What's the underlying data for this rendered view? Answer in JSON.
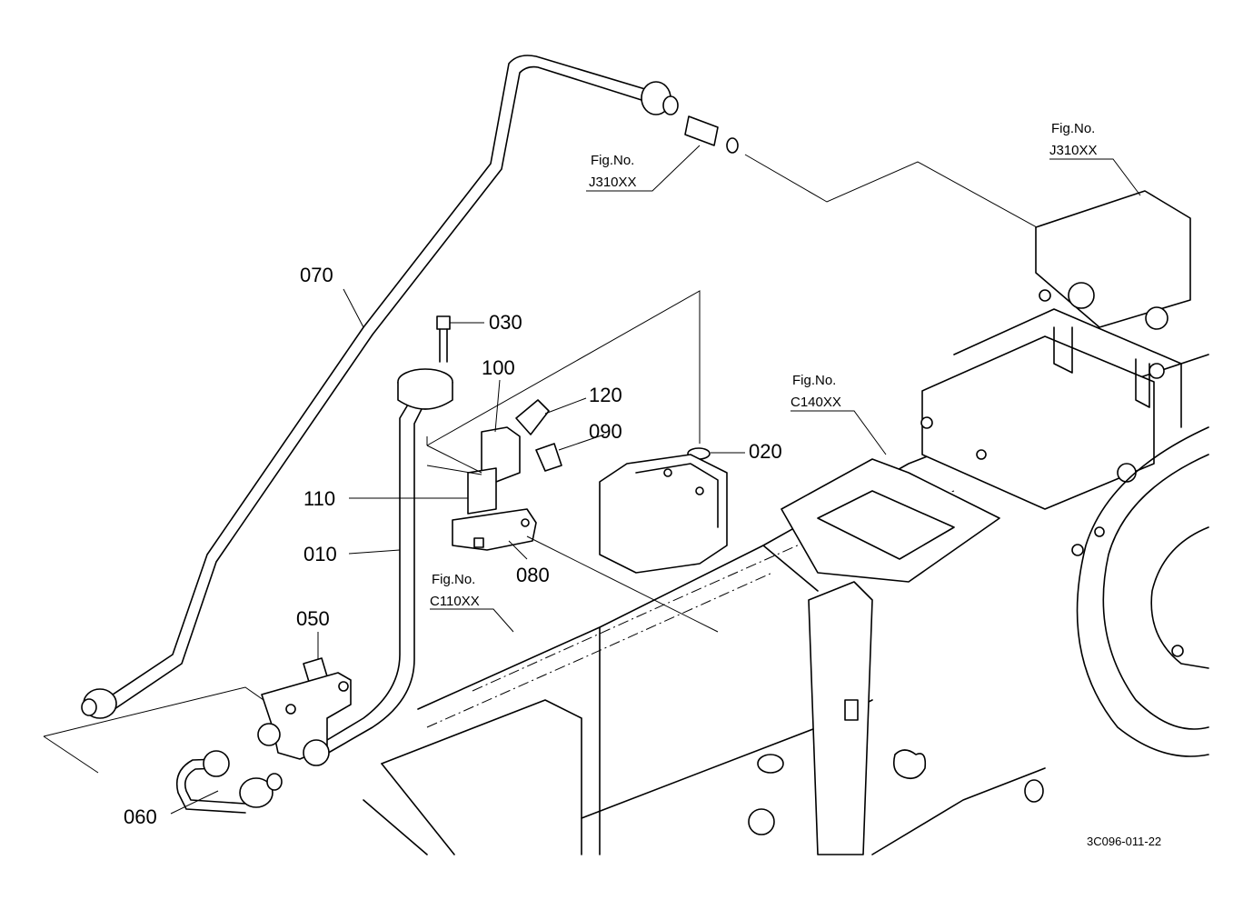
{
  "parts": [
    {
      "id": "p070",
      "number": "070"
    },
    {
      "id": "p030",
      "number": "030"
    },
    {
      "id": "p100",
      "number": "100"
    },
    {
      "id": "p120",
      "number": "120"
    },
    {
      "id": "p090",
      "number": "090"
    },
    {
      "id": "p020",
      "number": "020"
    },
    {
      "id": "p110",
      "number": "110"
    },
    {
      "id": "p010",
      "number": "010"
    },
    {
      "id": "p080",
      "number": "080"
    },
    {
      "id": "p050",
      "number": "050"
    },
    {
      "id": "p060",
      "number": "060"
    }
  ],
  "fig_refs": [
    {
      "id": "ref1",
      "label": "Fig.No.",
      "code": "J310XX"
    },
    {
      "id": "ref2",
      "label": "Fig.No.",
      "code": "J310XX"
    },
    {
      "id": "ref3",
      "label": "Fig.No.",
      "code": "C140XX"
    },
    {
      "id": "ref4",
      "label": "Fig.No.",
      "code": "C110XX"
    }
  ],
  "drawing_code": "3C096-011-22"
}
